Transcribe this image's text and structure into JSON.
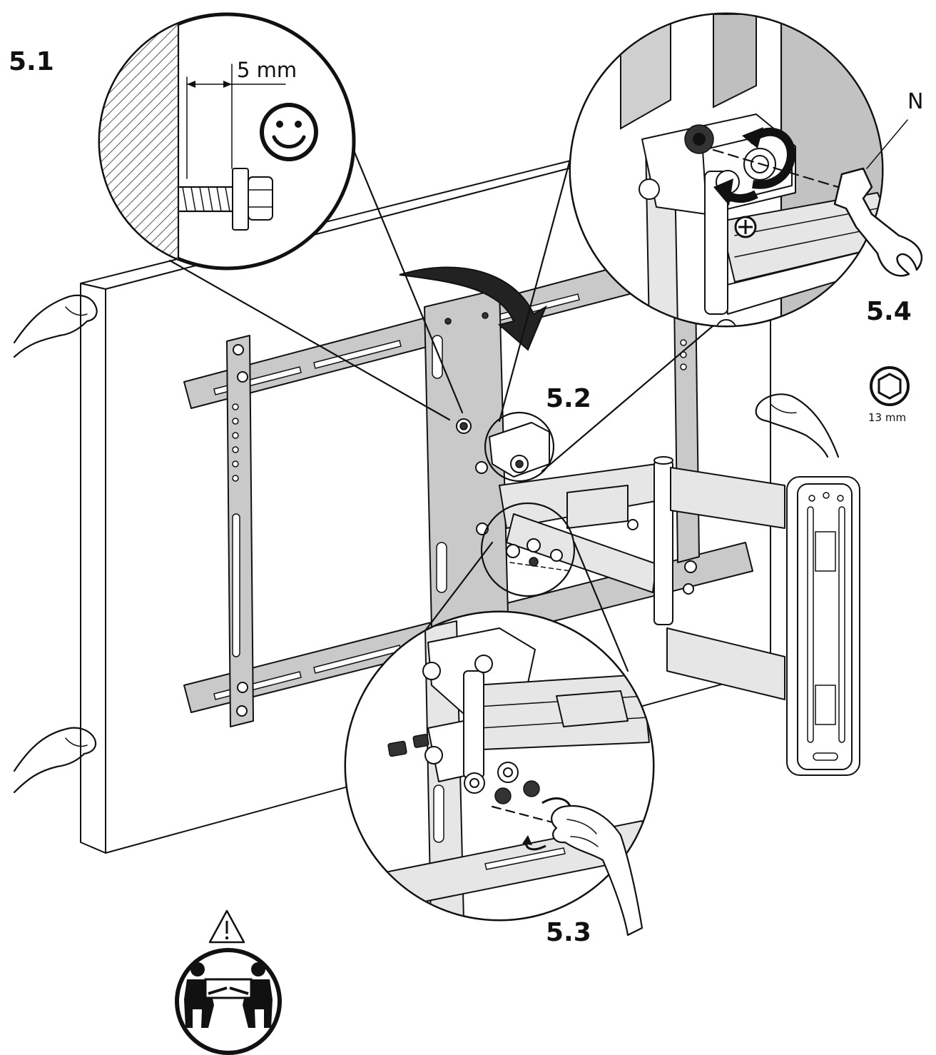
{
  "steps": {
    "s51": "5.1",
    "s52": "5.2",
    "s53": "5.3",
    "s54": "5.4"
  },
  "dimension": {
    "gap": "5 mm"
  },
  "tool": {
    "callout_letter": "N",
    "wrench_size": "13 mm"
  },
  "icons": {
    "smiley": "smiley-face-icon",
    "warning": "warning-triangle-icon",
    "two_person_lift": "two-person-lift-icon",
    "hex_socket": "hex-socket-icon",
    "wrench": "open-end-wrench-icon",
    "rotation": "rotation-arrow-icon",
    "plus": "plus-circle-icon"
  }
}
